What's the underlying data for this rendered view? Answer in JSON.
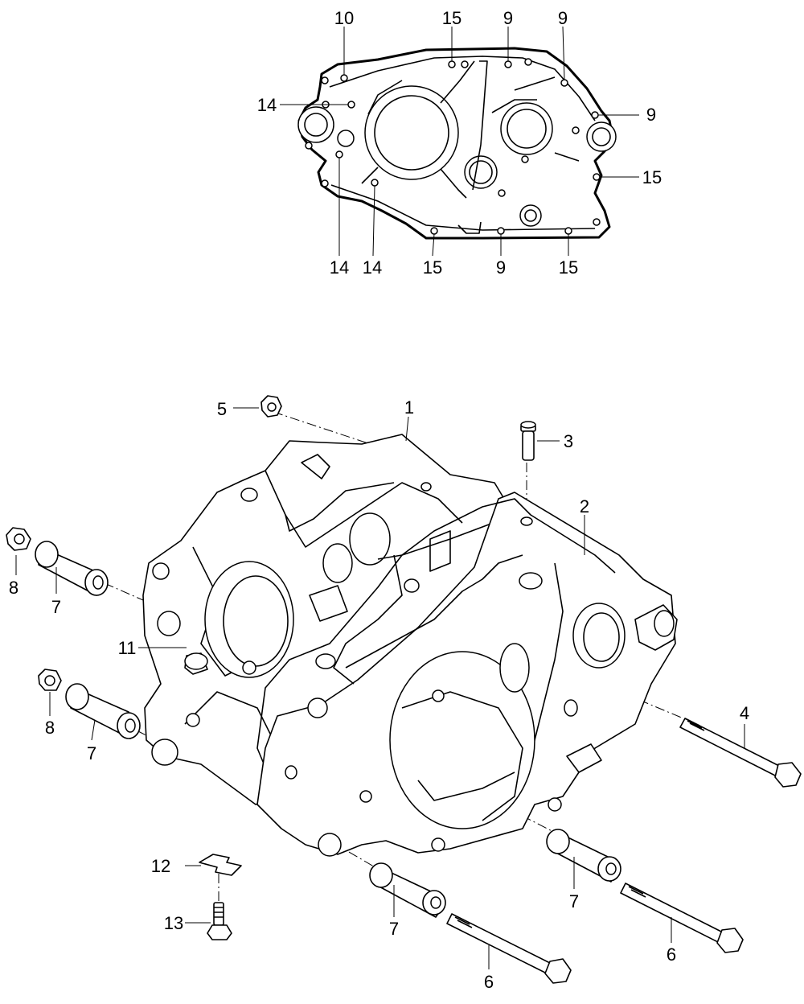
{
  "top_view": {
    "callouts": [
      {
        "id": "c10",
        "text": "10"
      },
      {
        "id": "c15a",
        "text": "15"
      },
      {
        "id": "c9a",
        "text": "9"
      },
      {
        "id": "c9b",
        "text": "9"
      },
      {
        "id": "c14a",
        "text": "14"
      },
      {
        "id": "c9c",
        "text": "9"
      },
      {
        "id": "c15b",
        "text": "15"
      },
      {
        "id": "c14b",
        "text": "14"
      },
      {
        "id": "c14c",
        "text": "14"
      },
      {
        "id": "c15c",
        "text": "15"
      },
      {
        "id": "c9d",
        "text": "9"
      },
      {
        "id": "c15d",
        "text": "15"
      }
    ]
  },
  "exploded_view": {
    "callouts": [
      {
        "id": "p1",
        "text": "1"
      },
      {
        "id": "p2",
        "text": "2"
      },
      {
        "id": "p3",
        "text": "3"
      },
      {
        "id": "p4",
        "text": "4"
      },
      {
        "id": "p5",
        "text": "5"
      },
      {
        "id": "p6a",
        "text": "6"
      },
      {
        "id": "p6b",
        "text": "6"
      },
      {
        "id": "p7a",
        "text": "7"
      },
      {
        "id": "p7b",
        "text": "7"
      },
      {
        "id": "p7c",
        "text": "7"
      },
      {
        "id": "p7d",
        "text": "7"
      },
      {
        "id": "p8a",
        "text": "8"
      },
      {
        "id": "p8b",
        "text": "8"
      },
      {
        "id": "p11",
        "text": "11"
      },
      {
        "id": "p12",
        "text": "12"
      },
      {
        "id": "p13",
        "text": "13"
      }
    ]
  }
}
